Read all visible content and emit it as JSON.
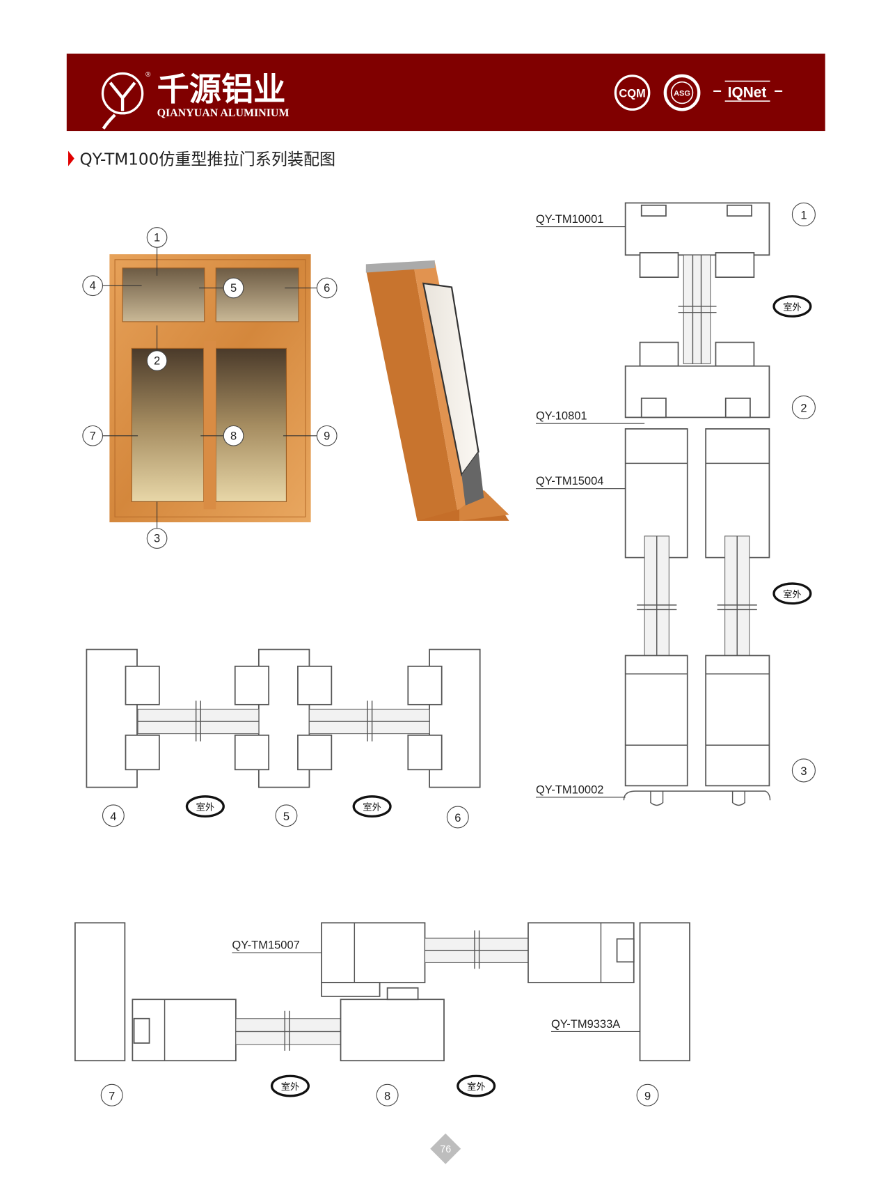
{
  "header": {
    "brand_cn": "千源铝业",
    "brand_en": "QIANYUAN ALUMINIUM",
    "registered_mark": "®",
    "cert_logos": [
      "CQM",
      "ASG",
      "IQNet"
    ],
    "background_color": "#800000"
  },
  "title": "QY-TM100仿重型推拉门系列装配图",
  "callouts": [
    "1",
    "2",
    "3",
    "4",
    "5",
    "6",
    "7",
    "8",
    "9"
  ],
  "outside_label": "室外",
  "vertical_section": {
    "labels": [
      "QY-TM10001",
      "QY-10801",
      "QY-TM15004",
      "QY-TM10002"
    ]
  },
  "bottom_section": {
    "labels": [
      "QY-TM15007",
      "QY-TM9333A"
    ]
  },
  "page_number": "76"
}
